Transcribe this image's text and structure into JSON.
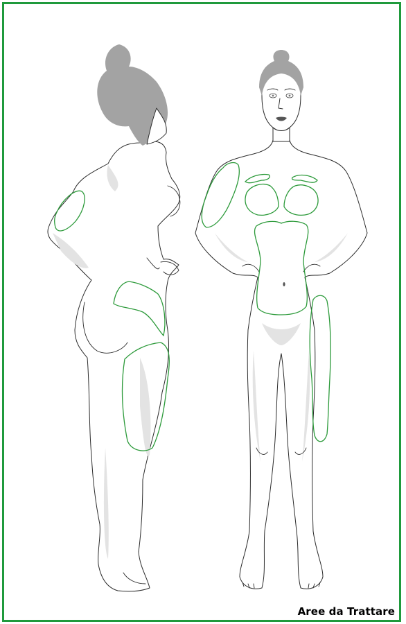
{
  "caption": "Aree da Trattare",
  "colors": {
    "border": "#1f9a3c",
    "treatment_area": "#2c9a3a",
    "hair": "#a3a3a3"
  },
  "figures": [
    {
      "view": "side-back",
      "highlighted_areas": [
        "arm",
        "flank",
        "thigh"
      ]
    },
    {
      "view": "front",
      "highlighted_areas": [
        "arm",
        "breast-left",
        "breast-right",
        "chest-line-left",
        "chest-line-right",
        "abdomen",
        "thigh"
      ]
    }
  ]
}
